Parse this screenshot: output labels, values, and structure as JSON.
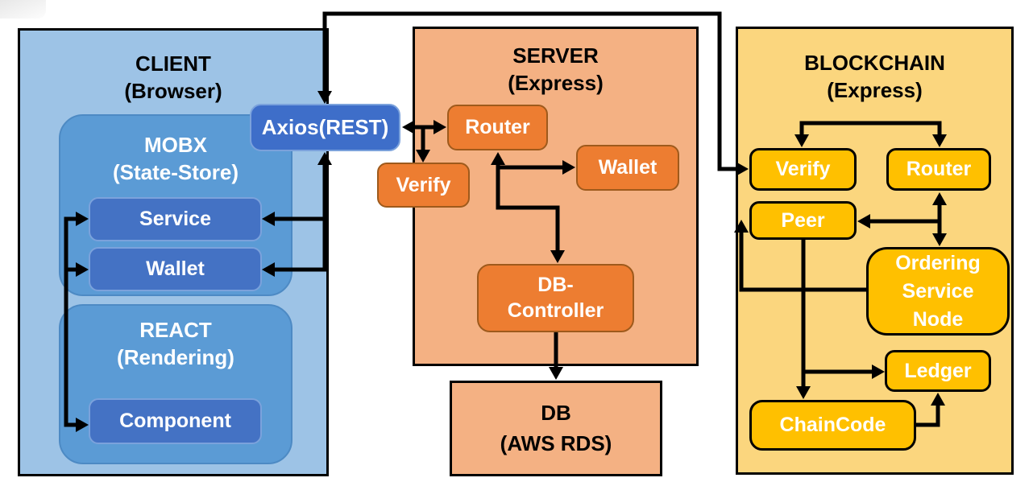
{
  "colors": {
    "client_bg": "#9DC3E6",
    "client_group": "#5B9BD5",
    "client_node": "#4472C4",
    "axios_node": "#3E6EC9",
    "blue_node_border": "#7BA2DC",
    "server_bg": "#F4B183",
    "server_node": "#ED7D31",
    "server_node_border": "#9E5A1C",
    "blockchain_bg": "#FBD67E",
    "blockchain_node": "#FFC000",
    "arrow": "#000000"
  },
  "client": {
    "title": "CLIENT",
    "subtitle": "(Browser)",
    "mobx": {
      "title": "MOBX",
      "subtitle": "(State-Store)",
      "service": "Service",
      "wallet": "Wallet"
    },
    "react": {
      "title": "REACT",
      "subtitle": "(Rendering)",
      "component": "Component"
    }
  },
  "axios": {
    "label": "Axios(REST)"
  },
  "server": {
    "title": "SERVER",
    "subtitle": "(Express)",
    "router": "Router",
    "verify": "Verify",
    "wallet": "Wallet",
    "db_controller_line1": "DB-",
    "db_controller_line2": "Controller"
  },
  "db": {
    "title": "DB",
    "subtitle": "(AWS RDS)"
  },
  "blockchain": {
    "title": "BLOCKCHAIN",
    "subtitle": "(Express)",
    "verify": "Verify",
    "router": "Router",
    "peer": "Peer",
    "osn_line1": "Ordering",
    "osn_line2": "Service",
    "osn_line3": "Node",
    "ledger": "Ledger",
    "chaincode": "ChainCode"
  }
}
